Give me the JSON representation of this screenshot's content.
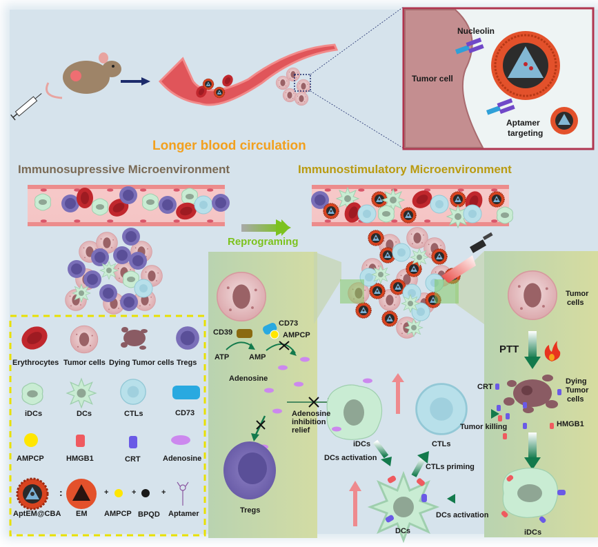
{
  "top": {
    "circulation_label": "Longer blood circulation",
    "inset": {
      "tumor_cell_label": "Tumor cell",
      "nucleolin_label": "Nucleolin",
      "aptamer_targeting_label": "Aptamer\ntargeting",
      "aptamer_line1": "Aptamer",
      "aptamer_line2": "targeting"
    }
  },
  "middle": {
    "suppressive_title": "Immunosupressive Microenvironment",
    "stimulatory_title": "Immunostimulatory Microenvironment",
    "reprograming_label": "Reprograming"
  },
  "legend": {
    "row1": [
      "Erythrocytes",
      "Tumor cells",
      "Dying Tumor cells",
      "Tregs"
    ],
    "row2": [
      "iDCs",
      "DCs",
      "CTLs",
      "CD73"
    ],
    "row3": [
      "AMPCP",
      "HMGB1",
      "CRT",
      "Adenosine"
    ],
    "row4": [
      "AptEM@CBA",
      "EM",
      "AMPCP",
      "BPQD",
      "Aptamer"
    ],
    "separator": ":",
    "plus": "+"
  },
  "mechanism": {
    "cd39": "CD39",
    "cd73": "CD73",
    "ampcp": "AMPCP",
    "atp": "ATP",
    "amp": "AMP",
    "adenosine": "Adenosine",
    "inhibition_relief_1": "Adenosine",
    "inhibition_relief_2": "inhibition",
    "inhibition_relief_3": "relief",
    "tregs": "Tregs",
    "idcs_center": "iDCs",
    "dcs_activation_left": "DCs activation",
    "ctls": "CTLs",
    "ctls_priming": "CTLs priming",
    "dcs": "DCs",
    "dcs_activation_right": "DCs activation",
    "tumor_killing": "Tumor killing",
    "tumor_cells_1": "Tumor",
    "tumor_cells_2": "cells",
    "ptt": "PTT",
    "dying_1": "Dying",
    "dying_2": "Tumor",
    "dying_3": "cells",
    "crt": "CRT",
    "hmgb1": "HMGB1",
    "idcs_right": "iDCs"
  },
  "colors": {
    "background": "#d6e3ec",
    "title_orange": "#f2a01e",
    "suppressive_brown": "#7a6a55",
    "stimulatory_gold": "#b99a10",
    "reprogram_green": "#7cc21e",
    "erythrocyte": "#c0272d",
    "tumor_cell": "#e6c2c4",
    "treg": "#7a6fb8",
    "idc": "#c9ecd3",
    "ctl": "#b8e0ea",
    "cd73": "#29a9e0",
    "ampcp": "#ffe600",
    "hmgb1": "#ef5a5f",
    "crt": "#6a5ae6",
    "adenosine": "#cc88ee",
    "arrow_green": "#137a4c",
    "legend_border": "#e8e000",
    "inset_border": "#b0354f"
  }
}
